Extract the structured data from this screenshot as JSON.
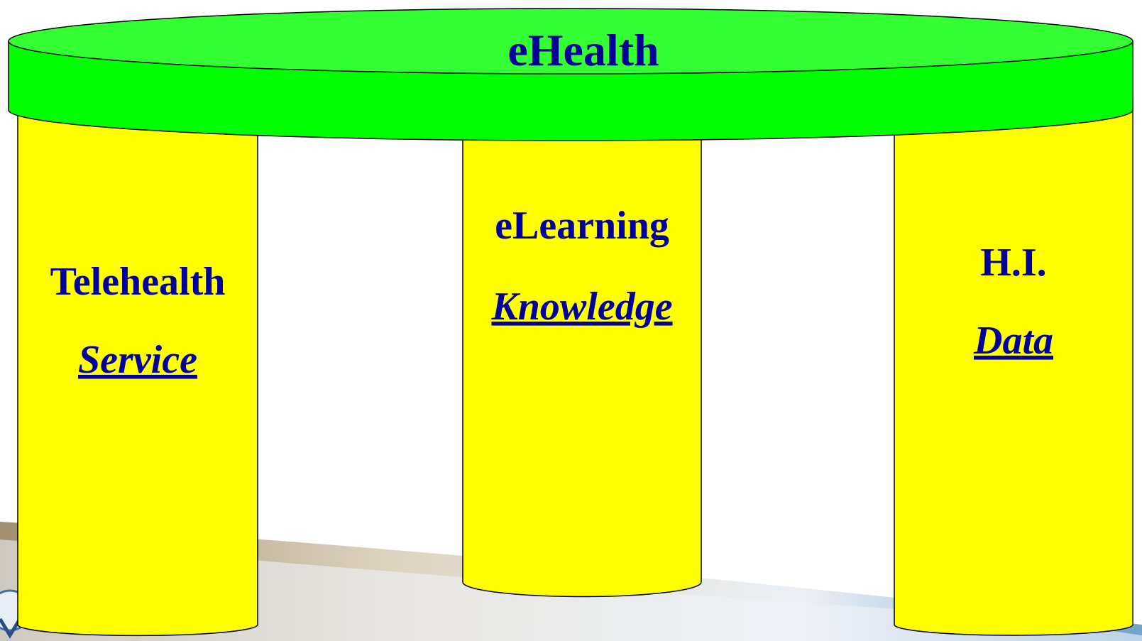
{
  "title": "eHealth",
  "pillars": [
    {
      "heading": "Telehealth",
      "subheading": "Service"
    },
    {
      "heading": "eLearning",
      "subheading": "Knowledge"
    },
    {
      "heading": "H.I.",
      "subheading": "Data"
    }
  ],
  "colors": {
    "table_top": "#33ff33",
    "table_top_edge": "#00ee00",
    "pillar": "#ffff00",
    "text": "#000099",
    "outline": "#000000",
    "swoosh_brown": "#a08a66",
    "swoosh_blue": "#4a86b8"
  },
  "icons": {
    "logo": "corner-logo-icon"
  }
}
